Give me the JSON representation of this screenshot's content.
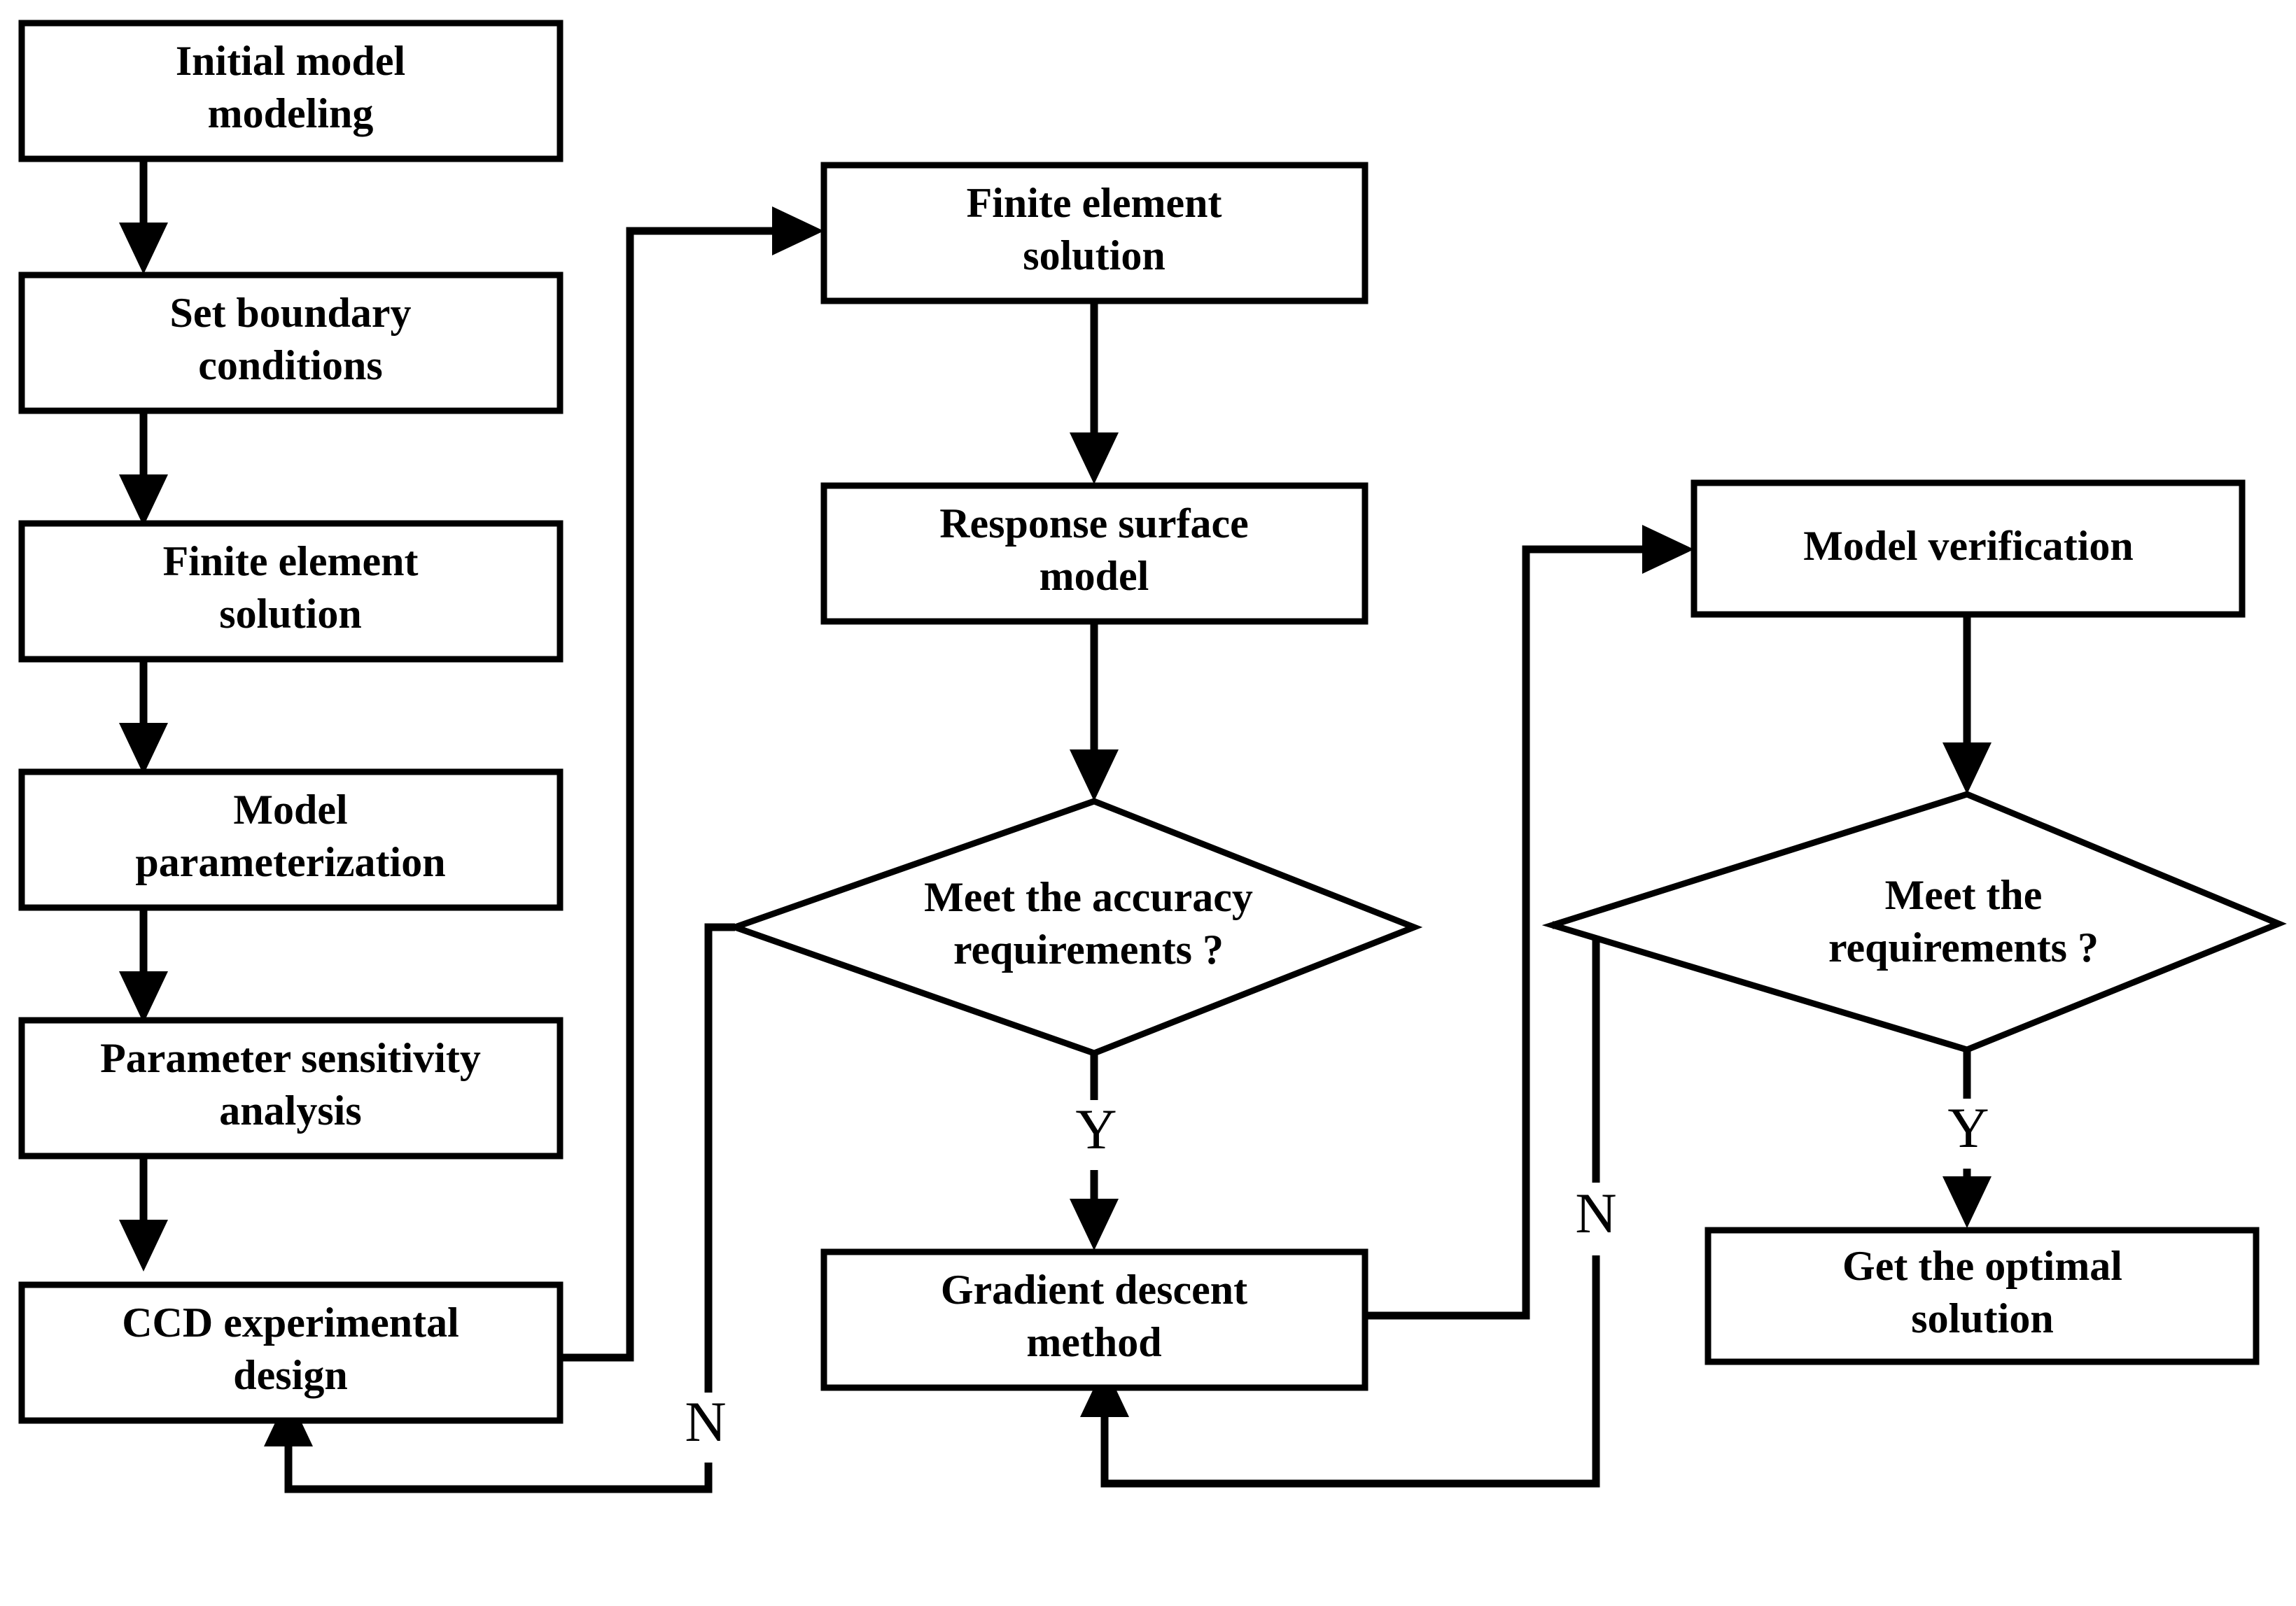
{
  "diagram": {
    "type": "flowchart",
    "title": "",
    "colors": {
      "background": "#ffffff",
      "stroke": "#000000",
      "text": "#000000",
      "node_fill": "#ffffff"
    },
    "nodes": [
      {
        "id": "initial-model-modeling",
        "shape": "rectangle",
        "lines": [
          "Initial model",
          "modeling"
        ]
      },
      {
        "id": "set-boundary-conditions",
        "shape": "rectangle",
        "lines": [
          "Set boundary",
          "conditions"
        ]
      },
      {
        "id": "finite-element-solution-left",
        "shape": "rectangle",
        "lines": [
          "Finite element",
          "solution"
        ]
      },
      {
        "id": "model-parameterization",
        "shape": "rectangle",
        "lines": [
          "Model",
          "parameterization"
        ]
      },
      {
        "id": "parameter-sensitivity-analysis",
        "shape": "rectangle",
        "lines": [
          "Parameter sensitivity",
          "analysis"
        ]
      },
      {
        "id": "ccd-experimental-design",
        "shape": "rectangle",
        "lines": [
          "CCD experimental",
          "design"
        ]
      },
      {
        "id": "finite-element-solution-mid",
        "shape": "rectangle",
        "lines": [
          "Finite element",
          "solution"
        ]
      },
      {
        "id": "response-surface-model",
        "shape": "rectangle",
        "lines": [
          "Response surface",
          "model"
        ]
      },
      {
        "id": "meet-the-accuracy-requirements",
        "shape": "diamond",
        "lines": [
          "Meet the accuracy",
          "requirements ?"
        ]
      },
      {
        "id": "gradient-descent-method",
        "shape": "rectangle",
        "lines": [
          "Gradient descent",
          "method"
        ]
      },
      {
        "id": "model-verification",
        "shape": "rectangle",
        "lines": [
          "Model verification"
        ]
      },
      {
        "id": "meet-the-requirements",
        "shape": "diamond",
        "lines": [
          "Meet the",
          "requirements ?"
        ]
      },
      {
        "id": "get-the-optimal-solution",
        "shape": "rectangle",
        "lines": [
          "Get the optimal",
          "solution"
        ]
      }
    ],
    "branch_labels": [
      {
        "id": "accuracy-no",
        "text": "N"
      },
      {
        "id": "accuracy-yes",
        "text": "Y"
      },
      {
        "id": "requirements-no",
        "text": "N"
      },
      {
        "id": "requirements-yes",
        "text": "Y"
      }
    ],
    "edges": [
      {
        "from": "initial-model-modeling",
        "to": "set-boundary-conditions",
        "label": ""
      },
      {
        "from": "set-boundary-conditions",
        "to": "finite-element-solution-left",
        "label": ""
      },
      {
        "from": "finite-element-solution-left",
        "to": "model-parameterization",
        "label": ""
      },
      {
        "from": "model-parameterization",
        "to": "parameter-sensitivity-analysis",
        "label": ""
      },
      {
        "from": "parameter-sensitivity-analysis",
        "to": "ccd-experimental-design",
        "label": ""
      },
      {
        "from": "ccd-experimental-design",
        "to": "finite-element-solution-mid",
        "label": ""
      },
      {
        "from": "finite-element-solution-mid",
        "to": "response-surface-model",
        "label": ""
      },
      {
        "from": "response-surface-model",
        "to": "meet-the-accuracy-requirements",
        "label": ""
      },
      {
        "from": "meet-the-accuracy-requirements",
        "to": "ccd-experimental-design",
        "label": "N"
      },
      {
        "from": "meet-the-accuracy-requirements",
        "to": "gradient-descent-method",
        "label": "Y"
      },
      {
        "from": "gradient-descent-method",
        "to": "model-verification",
        "label": ""
      },
      {
        "from": "model-verification",
        "to": "meet-the-requirements",
        "label": ""
      },
      {
        "from": "meet-the-requirements",
        "to": "gradient-descent-method",
        "label": "N"
      },
      {
        "from": "meet-the-requirements",
        "to": "get-the-optimal-solution",
        "label": "Y"
      }
    ]
  }
}
